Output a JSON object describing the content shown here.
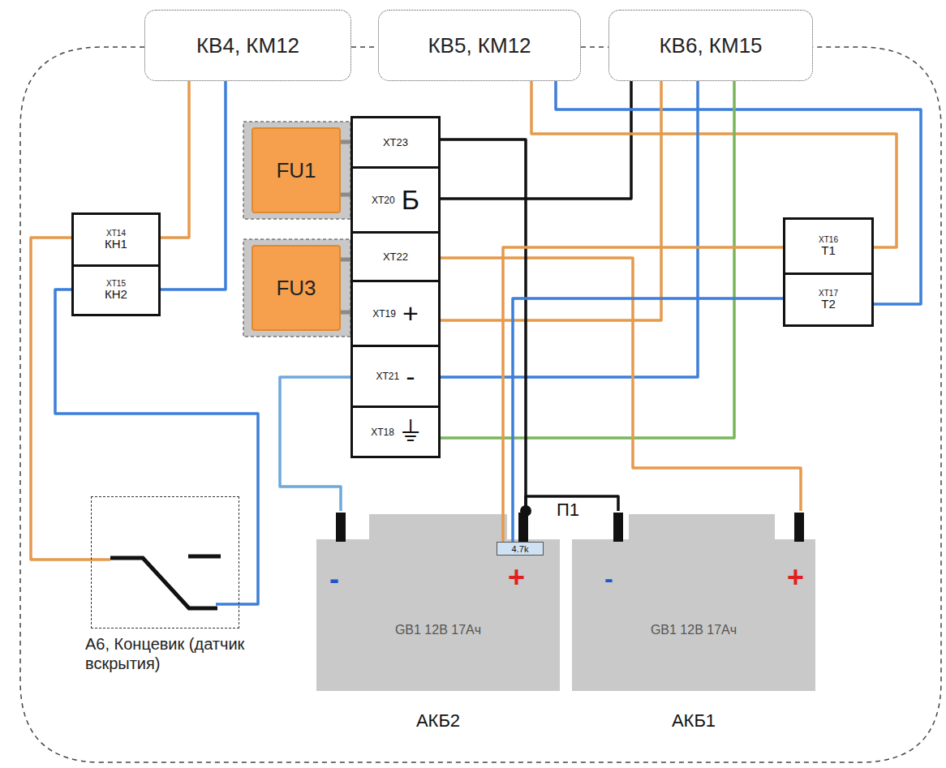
{
  "diagram": {
    "nodes": [
      {
        "text": [
          "КВ4, КМ12"
        ]
      },
      {
        "text": [
          "КВ5, КМ12"
        ]
      },
      {
        "text": [
          "КВ6, КМ15"
        ]
      },
      {
        "text": [
          "FU1"
        ]
      },
      {
        "text": [
          "ХТ23"
        ]
      },
      {
        "text": [
          "ХТ20",
          "Б"
        ]
      },
      {
        "text": [
          "ХТ14",
          "КН1"
        ]
      },
      {
        "text": [
          "ХТ15",
          "КН2"
        ]
      },
      {
        "text": [
          "ХТ22"
        ]
      },
      {
        "text": [
          "ХТ16",
          "Т1"
        ]
      },
      {
        "text": [
          "FU3"
        ]
      },
      {
        "text": [
          "ХТ19",
          "+"
        ]
      },
      {
        "text": [
          "ХТ17",
          "Т2"
        ]
      },
      {
        "text": [
          "ХТ21",
          "-"
        ]
      },
      {
        "text": [
          "ХТ18",
          "⏚"
        ]
      },
      {
        "text": [
          "А6, Концевик (датчик вскрытия)"
        ]
      },
      {
        "text": [
          "GB1 12В 17Ач",
          "АКБ2"
        ]
      },
      {
        "text": [
          "GB1 12В 17Ач",
          "АКБ1"
        ]
      },
      {
        "text": [
          "4.7k"
        ]
      }
    ],
    "edges": [
      {
        "from": 0,
        "to": 6,
        "arrow": "none"
      },
      {
        "from": 0,
        "to": 7,
        "arrow": "none"
      },
      {
        "from": 6,
        "to": 15,
        "arrow": "none"
      },
      {
        "from": 7,
        "to": 15,
        "arrow": "none"
      },
      {
        "from": 2,
        "to": 5,
        "arrow": "none"
      },
      {
        "from": 1,
        "to": 9,
        "arrow": "none"
      },
      {
        "from": 1,
        "to": 12,
        "arrow": "none"
      },
      {
        "from": 2,
        "to": 11,
        "arrow": "none"
      },
      {
        "from": 2,
        "to": 13,
        "arrow": "none"
      },
      {
        "from": 2,
        "to": 14,
        "arrow": "none"
      },
      {
        "from": 8,
        "to": 17,
        "arrow": "none"
      },
      {
        "from": 13,
        "to": 16,
        "arrow": "none"
      },
      {
        "from": 4,
        "to": 16,
        "arrow": "none"
      },
      {
        "from": 9,
        "to": 18,
        "arrow": "none"
      },
      {
        "from": 12,
        "to": 18,
        "arrow": "none"
      },
      {
        "from": 16,
        "to": 17,
        "label": "П1",
        "arrow": "none"
      },
      {
        "from": 3,
        "to": 4,
        "arrow": "none"
      },
      {
        "from": 3,
        "to": 5,
        "arrow": "none"
      },
      {
        "from": 10,
        "to": 8,
        "arrow": "none"
      },
      {
        "from": 10,
        "to": 11,
        "arrow": "none"
      }
    ],
    "labels": [
      "-",
      "+",
      "-",
      "+"
    ]
  }
}
